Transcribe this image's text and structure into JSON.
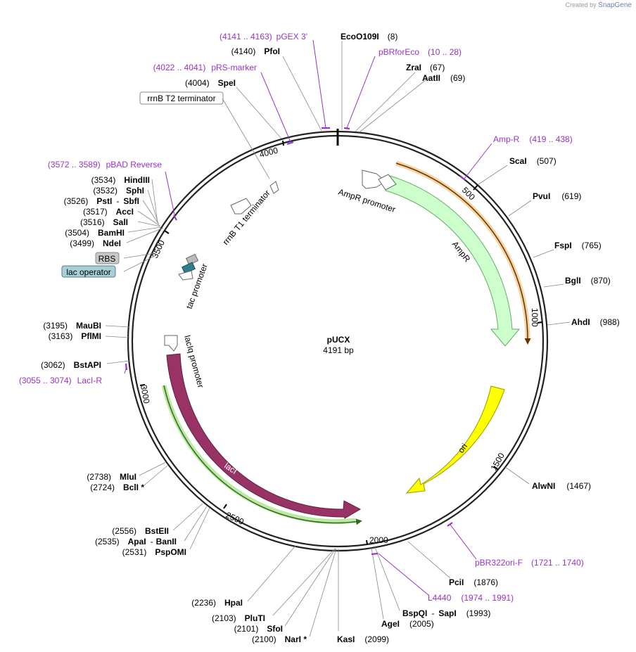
{
  "credit": {
    "prefix": "Created by",
    "brand": "SnapGene"
  },
  "plasmid": {
    "name": "pUCX",
    "length_label": "4191 bp"
  },
  "ticks": [
    "500",
    "1000",
    "1500",
    "2000",
    "2500",
    "3000",
    "3500",
    "4000"
  ],
  "sites_right": [
    {
      "name": "EcoO109I",
      "pos": "(8)"
    },
    {
      "name": "ZraI",
      "pos": "(67)"
    },
    {
      "name": "AatII",
      "pos": "(69)"
    },
    {
      "name": "ScaI",
      "pos": "(507)"
    },
    {
      "name": "PvuI",
      "pos": "(619)"
    },
    {
      "name": "FspI",
      "pos": "(765)"
    },
    {
      "name": "BglI",
      "pos": "(870)"
    },
    {
      "name": "AhdI",
      "pos": "(988)"
    },
    {
      "name": "AlwNI",
      "pos": "(1467)"
    },
    {
      "name": "PciI",
      "pos": "(1876)"
    },
    {
      "name": "BspQI",
      "sep": "-",
      "name2": "SapI",
      "pos": "(1993)"
    },
    {
      "name": "AgeI",
      "pos": "(2005)"
    },
    {
      "name": "KasI",
      "pos": "(2099)"
    }
  ],
  "sites_left": [
    {
      "name": "PfoI",
      "pos": "(4140)"
    },
    {
      "name": "SpeI",
      "pos": "(4004)"
    },
    {
      "name": "HindIII",
      "pos": "(3534)"
    },
    {
      "name": "SphI",
      "pos": "(3532)"
    },
    {
      "name": "PstI",
      "sep": "-",
      "name2": "SbfI",
      "pos": "(3526)"
    },
    {
      "name": "AccI",
      "pos": "(3517)"
    },
    {
      "name": "SalI",
      "pos": "(3516)"
    },
    {
      "name": "BamHI",
      "pos": "(3504)"
    },
    {
      "name": "NdeI",
      "pos": "(3499)"
    },
    {
      "name": "MauBI",
      "pos": "(3195)"
    },
    {
      "name": "PflMI",
      "pos": "(3163)"
    },
    {
      "name": "BstAPI",
      "pos": "(3062)"
    },
    {
      "name": "MluI",
      "pos": "(2738)"
    },
    {
      "name": "BclI *",
      "pos": "(2724)"
    },
    {
      "name": "BstEII",
      "pos": "(2556)"
    },
    {
      "name": "ApaI",
      "sep": "-",
      "name2": "BanII",
      "pos": "(2535)"
    },
    {
      "name": "PspOMI",
      "pos": "(2531)"
    },
    {
      "name": "HpaI",
      "pos": "(2236)"
    },
    {
      "name": "PluTI",
      "pos": "(2103)"
    },
    {
      "name": "SfoI",
      "pos": "(2101)"
    },
    {
      "name": "NarI *",
      "pos": "(2100)"
    }
  ],
  "primers": [
    {
      "name": "pGEX 3'",
      "range": "(4141 .. 4163)"
    },
    {
      "name": "pBRforEco",
      "range": "(10 .. 28)"
    },
    {
      "name": "pRS-marker",
      "range": "(4022 .. 4041)"
    },
    {
      "name": "Amp-R",
      "range": "(419 .. 438)"
    },
    {
      "name": "pBAD Reverse",
      "range": "(3572 .. 3589)"
    },
    {
      "name": "LacI-R",
      "range": "(3055 .. 3074)"
    },
    {
      "name": "pBR322ori-F",
      "range": "(1721 .. 1740)"
    },
    {
      "name": "L4440",
      "range": "(1974 .. 1991)"
    }
  ],
  "features": {
    "amp_promoter": "AmpR promoter",
    "ampr": "AmpR",
    "ori": "ori",
    "laci": "lacI",
    "laciq_promoter": "lacIq promoter",
    "rrnb_t1": "rrnB T1 terminator",
    "rrnb_t2": "rrnB T2 terminator",
    "tac_promoter": "tac promoter",
    "rbs": "RBS",
    "lac_operator": "lac operator"
  },
  "colors": {
    "backbone": "#222222",
    "ampr_fill": "#ccffcc",
    "ampr_stroke": "#66aa66",
    "ori_fill": "#ffff00",
    "laci_fill": "#993366",
    "primer": "#9932cc",
    "amp_highlight": "#f3c98b",
    "laci_highlight": "#b6e59a"
  }
}
